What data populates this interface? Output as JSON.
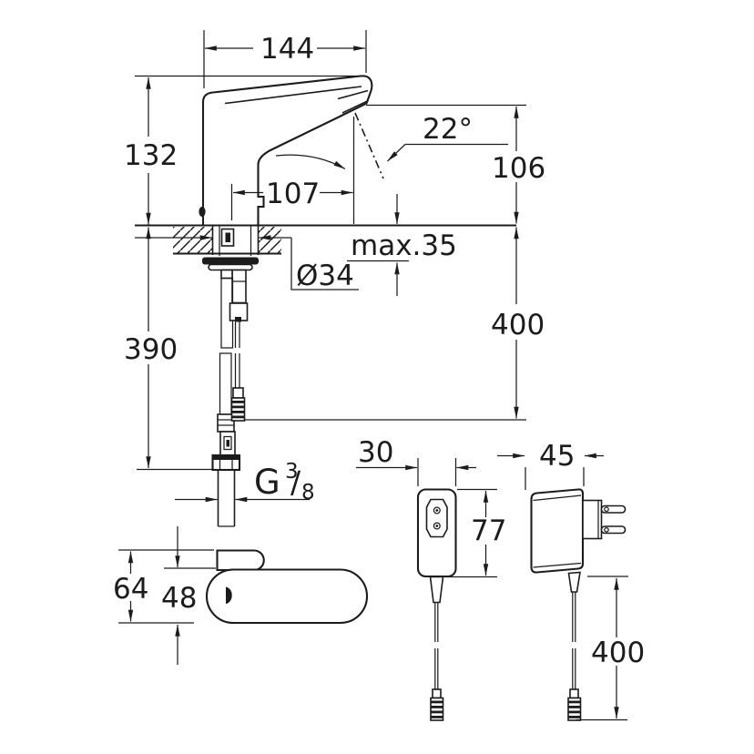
{
  "drawing_type": "faucet-installation-dimension-drawing",
  "colors": {
    "line": "#1c1c1c",
    "background": "#ffffff"
  },
  "faucet": {
    "spout_width": "144",
    "body_height": "132",
    "spout_projection": "107",
    "stream_angle": "22°",
    "outlet_height": "106",
    "deck_thickness": "max.35",
    "hole_diameter": "Ø34",
    "sensor_cable_length": "400",
    "hose_length": "390",
    "thread": {
      "g": "G",
      "numerator": "3",
      "slash": "/",
      "denominator": "8"
    }
  },
  "top_view": {
    "total_depth": "64",
    "body_depth": "48"
  },
  "psu": {
    "width": "30",
    "height": "77",
    "depth": "45",
    "cable_length": "400"
  }
}
